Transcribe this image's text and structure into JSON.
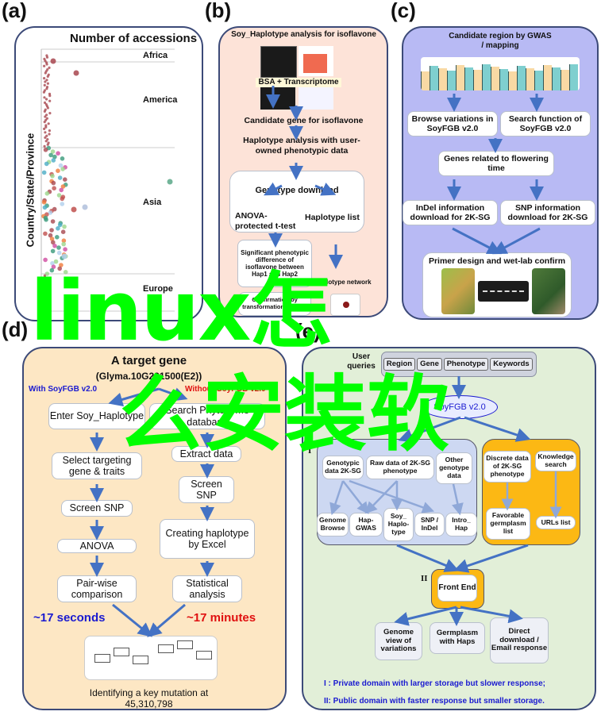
{
  "panels": {
    "a": {
      "label": "(a)",
      "title": "Number of accessions",
      "y_axis_label": "Country/State/Province",
      "regions": [
        "Africa",
        "America",
        "Asia",
        "Europe"
      ]
    },
    "b": {
      "label": "(b)",
      "title": "Soy_Haplotype analysis for isoflavone",
      "image_caption": "BSA + Transcriptome",
      "step1": "Candidate gene for isoflavone",
      "step2": "Haplotype analysis with user-owned phenotypic data",
      "genotype_download": "Genotype download",
      "anova": "ANOVA-protected t-test",
      "haplotype_list": "Haplotype list",
      "significant": "Significant phenotypic difference of isoflavone between Hap1 and Hap2",
      "haplotype_network": "Haplotype network",
      "confirm": "Confirmation by transformation/ editing"
    },
    "c": {
      "label": "(c)",
      "title": "Candidate region by GWAS / mapping",
      "browse": "Browse variations in SoyFGB v2.0",
      "search": "Search function of SoyFGB v2.0",
      "genes": "Genes related to flowering time",
      "indel": "InDel information download for 2K-SG",
      "snp": "SNP information download for 2K-SG",
      "primer": "Primer design and wet-lab confirm"
    },
    "d": {
      "label": "(d)",
      "title": "A target gene",
      "gene_id": "(Glyma.10G221500(E2))",
      "with_label": "With SoyFGB v2.0",
      "without_label": "Without SoyFGB v2.0",
      "with_steps": [
        "Enter Soy_Haplotype",
        "Select targeting gene & traits",
        "Screen SNP",
        "ANOVA",
        "Pair-wise comparison"
      ],
      "without_steps": [
        "Search Phytozome database",
        "Extract data",
        "Screen SNP",
        "Creating haplotype by Excel",
        "Statistical analysis"
      ],
      "time_with": "~17 seconds",
      "time_without": "~17 minutes",
      "result": "Identifying a key mutation at 45,310,798",
      "colors": {
        "with": "#1a1ad0",
        "without": "#e01010"
      }
    },
    "e": {
      "label": "(e)",
      "user_queries": "User queries",
      "query_buttons": [
        "Region",
        "Gene",
        "Phenotype",
        "Keywords"
      ],
      "center": "SoyFGB v2.0",
      "domain1_marker": "I",
      "domain2_marker": "II",
      "private_sources": [
        "Genotypic data 2K-SG",
        "Raw data of 2K-SG phenotype",
        "Other genotype data"
      ],
      "private_tools": [
        "Genome Browse",
        "Hap-GWAS",
        "Soy_ Haplo-type",
        "SNP / InDel",
        "Intro_ Hap"
      ],
      "public_sources": [
        "Discrete data of 2K-SG phenotype",
        "Knowledge search"
      ],
      "public_outputs": [
        "Favorable germplasm list",
        "URLs list"
      ],
      "front_end": "Front End",
      "outputs": [
        "Genome view of variations",
        "Germplasm with Haps",
        "Direct download / Email response"
      ],
      "legend1": "I :  Private domain with larger storage but slower response;",
      "legend2": "II: Public domain with faster response but smaller storage."
    }
  },
  "watermark": {
    "line1": "linux怎",
    "line2": "么安装软"
  }
}
